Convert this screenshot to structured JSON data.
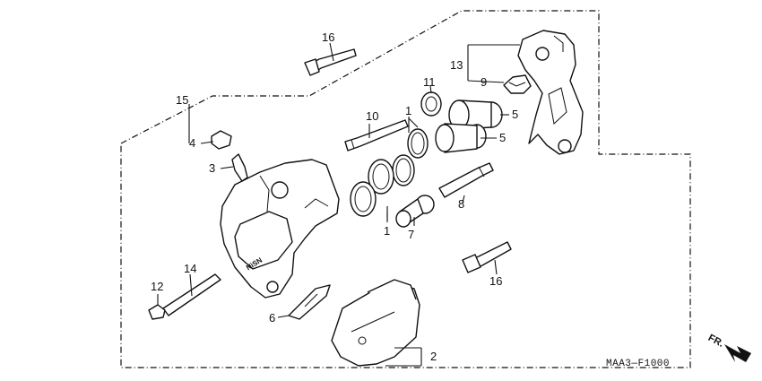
{
  "diagram": {
    "code": "MAA3—F1000",
    "direction": "FR.",
    "callouts": [
      {
        "id": "c1a",
        "label": "1"
      },
      {
        "id": "c1b",
        "label": "1"
      },
      {
        "id": "c2",
        "label": "2"
      },
      {
        "id": "c3",
        "label": "3"
      },
      {
        "id": "c4",
        "label": "4"
      },
      {
        "id": "c5a",
        "label": "5"
      },
      {
        "id": "c5b",
        "label": "5"
      },
      {
        "id": "c6",
        "label": "6"
      },
      {
        "id": "c7",
        "label": "7"
      },
      {
        "id": "c8",
        "label": "8"
      },
      {
        "id": "c9",
        "label": "9"
      },
      {
        "id": "c10",
        "label": "10"
      },
      {
        "id": "c11",
        "label": "11"
      },
      {
        "id": "c12",
        "label": "12"
      },
      {
        "id": "c13",
        "label": "13"
      },
      {
        "id": "c14",
        "label": "14"
      },
      {
        "id": "c15",
        "label": "15"
      },
      {
        "id": "c16a",
        "label": "16"
      },
      {
        "id": "c16b",
        "label": "16"
      }
    ]
  }
}
